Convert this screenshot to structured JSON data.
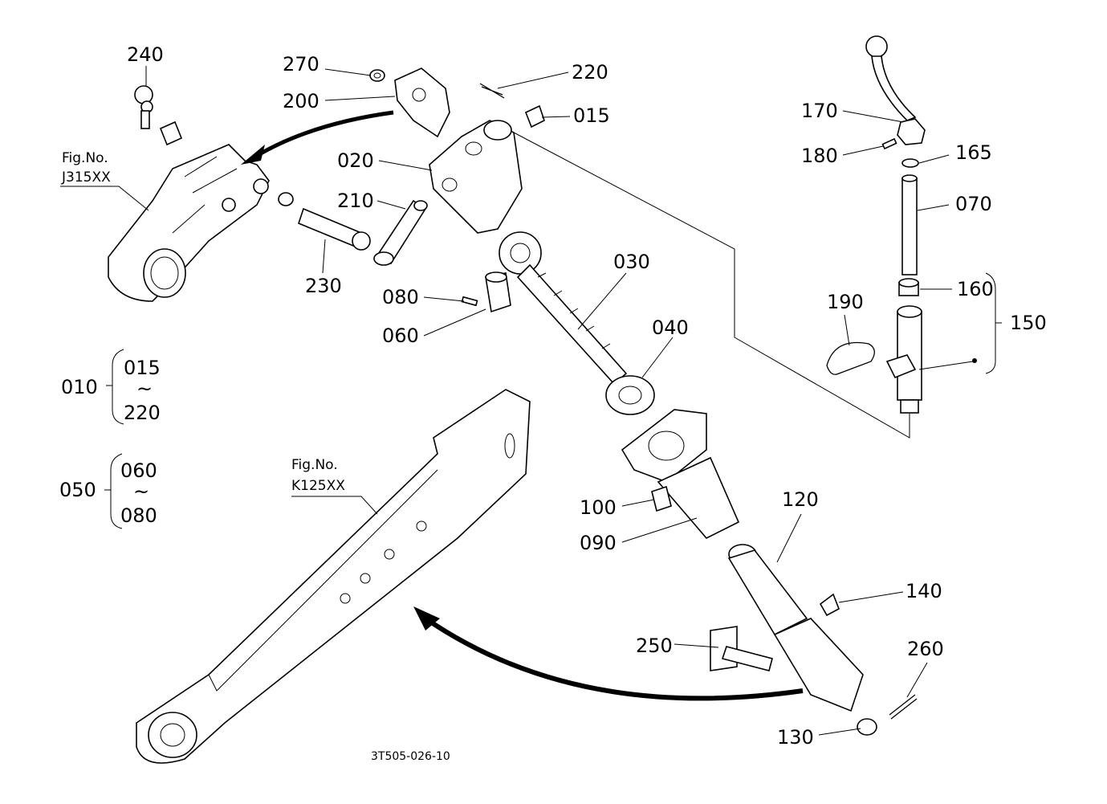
{
  "diagram": {
    "code": "3T505-026-10",
    "figure_refs": [
      {
        "line1": "Fig.No.",
        "line2": "J315XX"
      },
      {
        "line1": "Fig.No.",
        "line2": "K125XX"
      }
    ],
    "labels": [
      "240",
      "270",
      "200",
      "220",
      "015",
      "020",
      "210",
      "230",
      "080",
      "060",
      "030",
      "040",
      "100",
      "090",
      "120",
      "140",
      "250",
      "260",
      "130",
      "170",
      "180",
      "165",
      "070",
      "160",
      "150",
      "190"
    ],
    "groups": [
      {
        "id": "010",
        "from": "015",
        "tilde": "~",
        "to": "220"
      },
      {
        "id": "050",
        "from": "060",
        "tilde": "~",
        "to": "080"
      }
    ]
  }
}
